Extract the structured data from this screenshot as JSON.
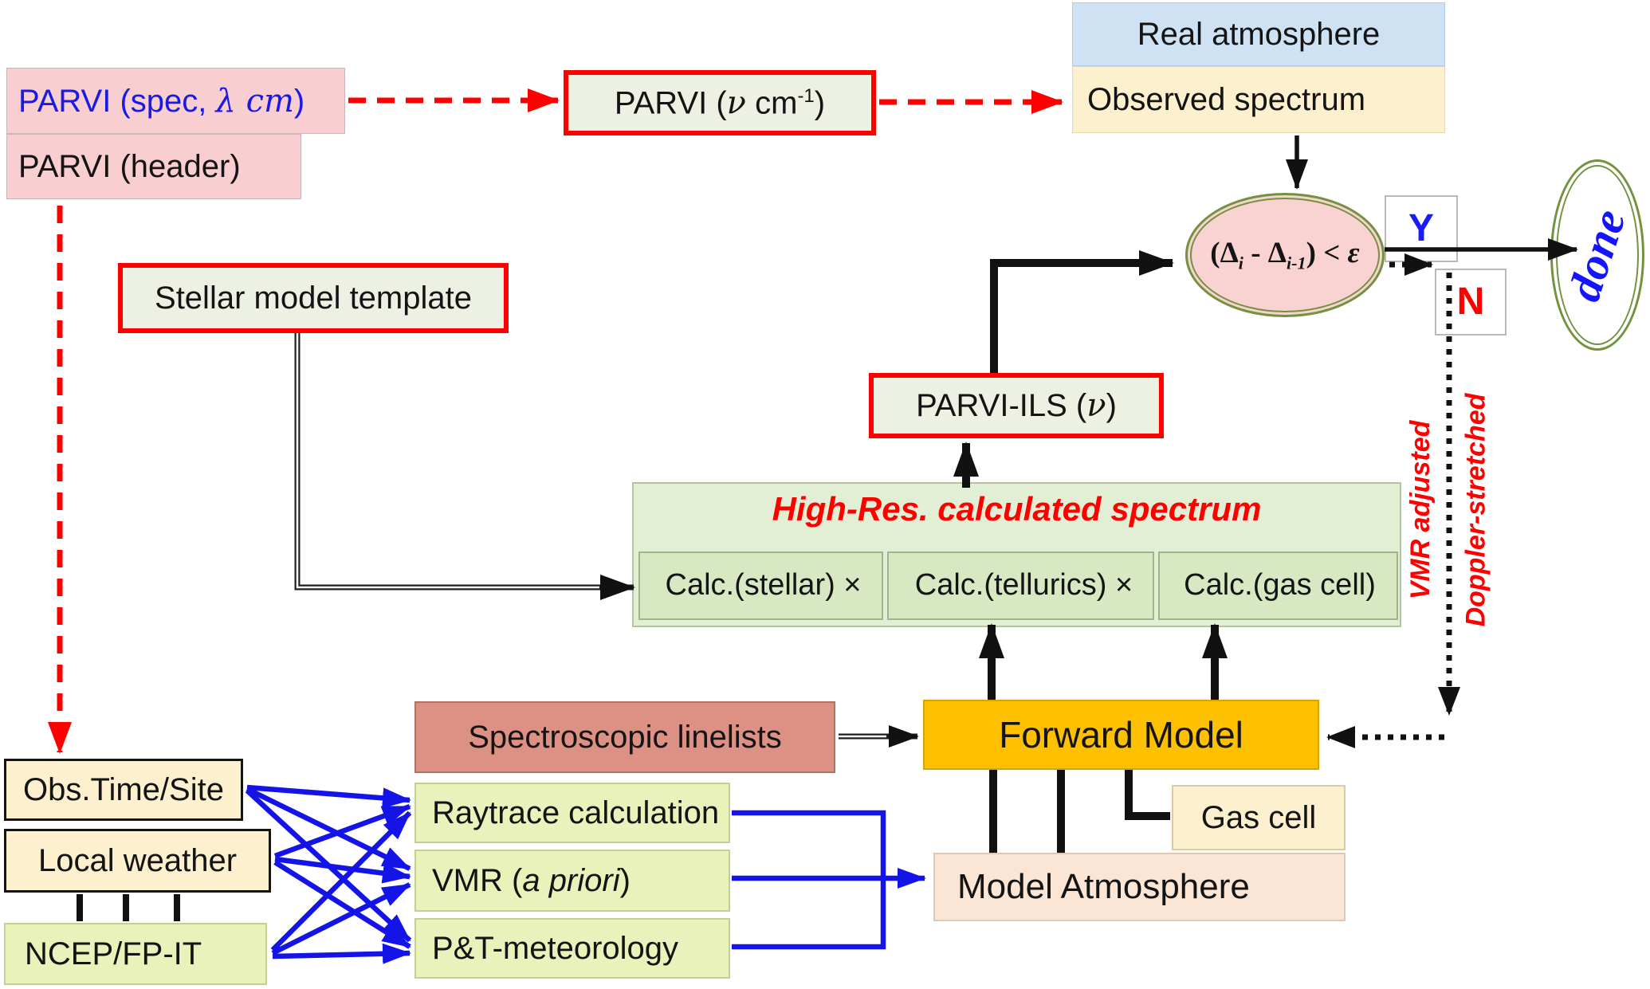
{
  "diagram": {
    "nodes": {
      "parvi_spec": {
        "pre": "PARVI (spec, ",
        "math": "λ cm",
        "post": ")"
      },
      "parvi_header": {
        "label": "PARVI (header)"
      },
      "parvi_nu": {
        "pre": "PARVI (",
        "nu": "ν",
        "mid": " cm",
        "sup": "-1",
        "post": ")"
      },
      "real_atmosphere": {
        "label": "Real atmosphere"
      },
      "observed_spectrum": {
        "label": "Observed spectrum"
      },
      "stellar_template": {
        "label": "Stellar model template"
      },
      "parvi_ils": {
        "pre": "PARVI-ILS (",
        "nu": "ν",
        "post": ")"
      },
      "highres": {
        "title": "High-Res. calculated spectrum",
        "calc_stellar": "Calc.(stellar) ×",
        "calc_tellurics": "Calc.(tellurics) ×",
        "calc_gascell": "Calc.(gas cell)"
      },
      "condition": {
        "p1": "(Δ",
        "sub1": "i",
        "p2": " - Δ",
        "sub2": "i-1",
        "p3": ") < ",
        "eps": "ε"
      },
      "decision": {
        "yes": "Y",
        "no": "N",
        "done": "done"
      },
      "feedback": {
        "line1": "VMR adjusted",
        "line2": "Doppler-stretched"
      },
      "spectroscopic_linelists": {
        "label": "Spectroscopic linelists"
      },
      "forward_model": {
        "label": "Forward Model"
      },
      "gas_cell": {
        "label": "Gas cell"
      },
      "model_atmosphere": {
        "label": "Model Atmosphere"
      },
      "obs_time_site": {
        "label": "Obs.Time/Site"
      },
      "local_weather": {
        "label": "Local weather"
      },
      "ncep": {
        "label": "NCEP/FP-IT"
      },
      "raytrace": {
        "label": "Raytrace calculation"
      },
      "vmr_apriori": {
        "pre": "VMR (",
        "italic": "a priori",
        "post": ")"
      },
      "pt_meteorology": {
        "label": "P&T-meteorology"
      }
    },
    "colors": {
      "pink": "#f9ced1",
      "cream": "#fdf0cf",
      "blue_box": "#cfe2f4",
      "pale_green": "#edf1e3",
      "sage": "#e3efd5",
      "sage_inner": "#d8e8c3",
      "salmon": "#dd9184",
      "orange": "#fec101",
      "peach": "#fbe5d4",
      "yellow_green": "#e8f2ba",
      "red": "#ff0000",
      "blue": "#1414e8",
      "green_border": "#72923f"
    }
  }
}
